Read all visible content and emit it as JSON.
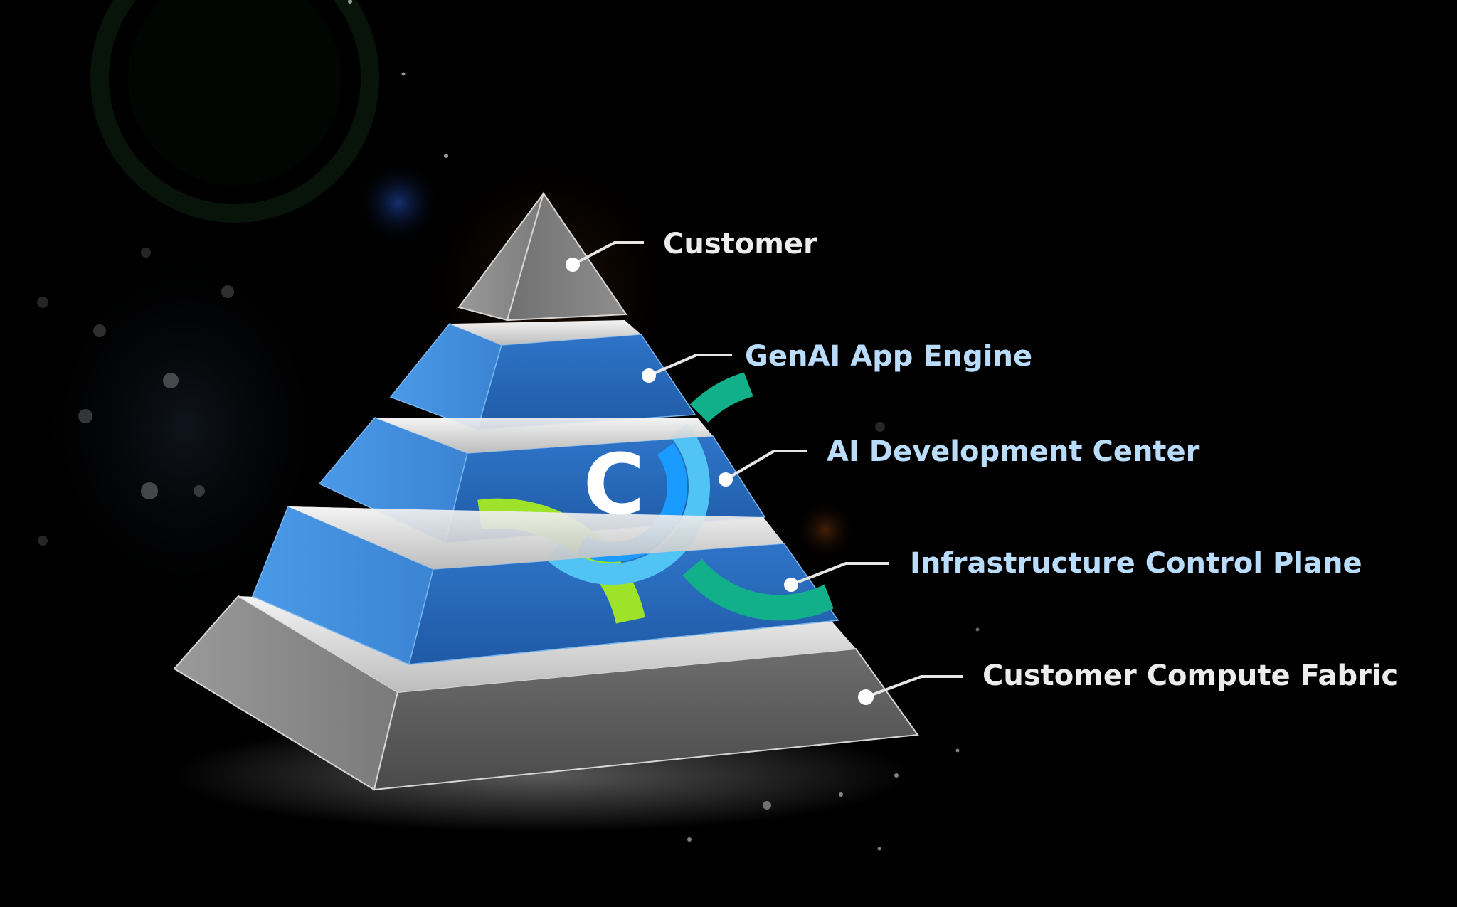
{
  "diagram": {
    "layers": [
      {
        "label": "Customer",
        "color": "#ececec"
      },
      {
        "label": "GenAI App Engine",
        "color": "#b9dcfb"
      },
      {
        "label": "AI Development Center",
        "color": "#b9dcfb"
      },
      {
        "label": "Infrastructure Control Plane",
        "color": "#b9dcfb"
      },
      {
        "label": "Customer Compute Fabric",
        "color": "#ececec"
      }
    ],
    "logo": {
      "letter": "C",
      "colors": {
        "inner_arc": "#1a9bff",
        "middle_arc": "#52c3f5",
        "outer_arc": "#12b08a",
        "lime_arc": "#9ee22a"
      }
    },
    "colors": {
      "background": "#000000",
      "layer_blue": "#3f8ddc",
      "layer_gray": "#8c8c8c",
      "separator": "#e8e8e8"
    }
  }
}
